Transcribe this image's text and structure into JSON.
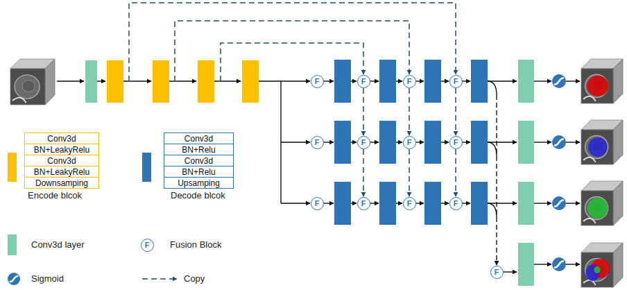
{
  "diagram": {
    "nodes": [
      {
        "text": [
          "F"
        ]
      },
      {
        "text": [
          "F"
        ]
      },
      {
        "text": [
          "F"
        ]
      },
      {
        "text": [
          "F"
        ]
      },
      {
        "text": [
          "F"
        ]
      },
      {
        "text": [
          "F"
        ]
      },
      {
        "text": [
          "F"
        ]
      },
      {
        "text": [
          "F"
        ]
      },
      {
        "text": [
          "F"
        ]
      },
      {
        "text": [
          "F"
        ]
      },
      {
        "text": [
          "F"
        ]
      },
      {
        "text": [
          "F"
        ]
      },
      {
        "text": [
          "F"
        ]
      },
      {
        "text": [
          "Conv3d"
        ]
      },
      {
        "text": [
          "BN+LeakyRelu"
        ]
      },
      {
        "text": [
          "Conv3d"
        ]
      },
      {
        "text": [
          "BN+LeakyRelu"
        ]
      },
      {
        "text": [
          "Downsamping"
        ]
      },
      {
        "text": [
          "Conv3d"
        ]
      },
      {
        "text": [
          "BN+Relu"
        ]
      },
      {
        "text": [
          "Conv3d"
        ]
      },
      {
        "text": [
          "BN+Relu"
        ]
      },
      {
        "text": [
          "Upsamping"
        ]
      },
      {
        "text": [
          "F"
        ]
      }
    ],
    "legend": [
      {
        "text": "Encode blcok",
        "color": "#FFC000"
      },
      {
        "text": "Decode blcok",
        "color": "#2E75B6"
      },
      {
        "text": "Conv3d layer",
        "color": "#7FCFAE"
      },
      {
        "text": "Fusion Block"
      },
      {
        "text": "Sigmoid"
      },
      {
        "text": "Copy"
      }
    ]
  }
}
